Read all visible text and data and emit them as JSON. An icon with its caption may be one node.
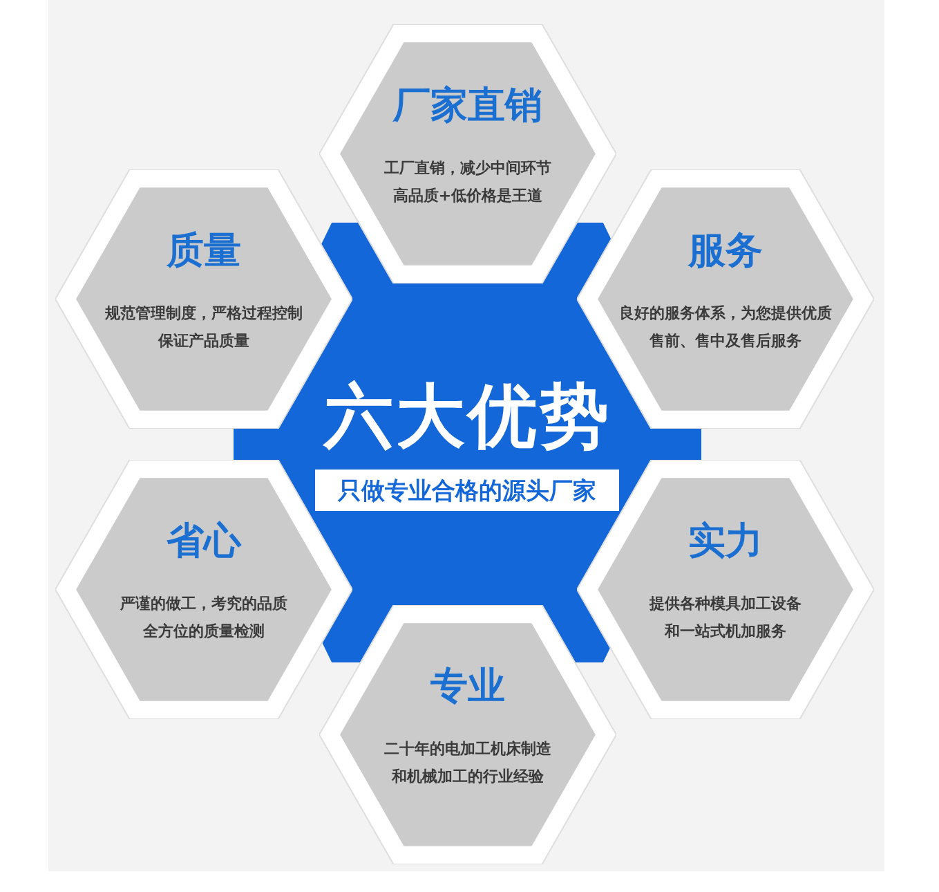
{
  "diagram": {
    "nodes": [
      {
        "text": [
          "六大优势",
          "只做专业合格的源头厂家"
        ]
      },
      {
        "text": [
          "厂家直销",
          "工厂直销，减少中间环节高品质+低价格是王道"
        ]
      },
      {
        "text": [
          "质量",
          "规范管理制度，严格过程控制保证产品质量"
        ]
      },
      {
        "text": [
          "服务",
          "良好的服务体系，为您提供优质售前、售中及售后服务"
        ]
      },
      {
        "text": [
          "省心",
          "严谨的做工，考究的品质全方位的质量检测"
        ]
      },
      {
        "text": [
          "实力",
          "提供各种模具加工设备和一站式机加服务"
        ]
      },
      {
        "text": [
          "专业",
          "二十年的电加工机床制造和机械加工的行业经验"
        ]
      }
    ]
  }
}
